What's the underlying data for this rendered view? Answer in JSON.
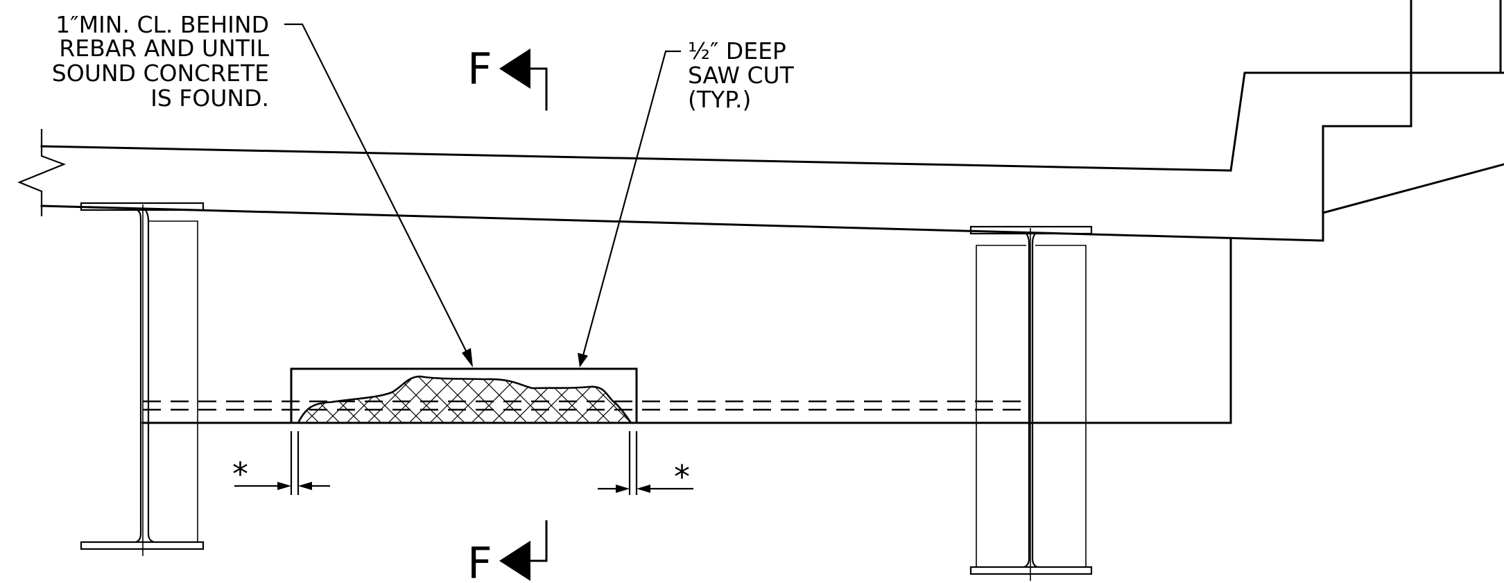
{
  "notes": {
    "rebar_note": [
      "1″MIN. CL. BEHIND",
      "REBAR AND UNTIL",
      "SOUND CONCRETE",
      "IS FOUND."
    ],
    "sawcut_note": [
      "½″ DEEP",
      "SAW CUT",
      "(TYP.)"
    ]
  },
  "section": {
    "mark_top": "F",
    "mark_bottom": "F"
  },
  "dimension": {
    "left_symbol": "*",
    "right_symbol": "*"
  }
}
